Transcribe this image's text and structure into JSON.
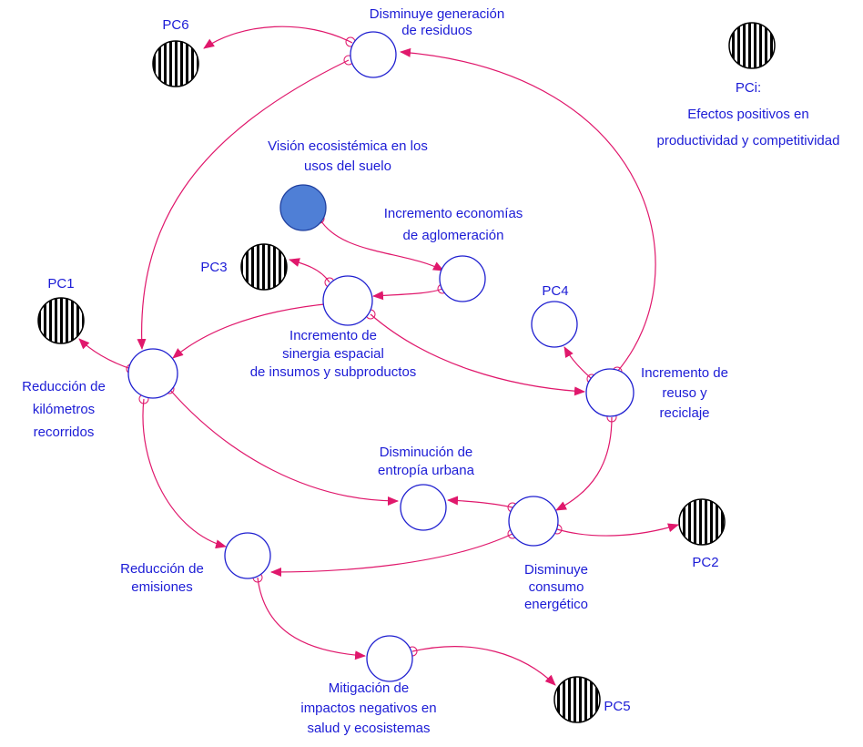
{
  "diagram": {
    "colors": {
      "edge": "#e0186c",
      "node_stroke": "#1f1fd0",
      "text": "#1c1cd6",
      "source_fill": "#4f7fd6",
      "hatch": "#000000"
    },
    "nodes": [
      {
        "id": "disminuye-residuos",
        "kind": "variable",
        "label": [
          "Disminuye generación",
          "de residuos"
        ]
      },
      {
        "id": "vision",
        "kind": "source",
        "label": [
          "Visión ecosistémica en los",
          "usos del suelo"
        ]
      },
      {
        "id": "economias",
        "kind": "variable",
        "label": [
          "Incremento economías",
          "de aglomeración"
        ]
      },
      {
        "id": "sinergia",
        "kind": "variable",
        "label": [
          "Incremento de",
          "sinergia espacial",
          "de insumos y subproductos"
        ]
      },
      {
        "id": "reduccion-km",
        "kind": "variable",
        "label": [
          "Reducción de",
          "kilómetros",
          "recorridos"
        ]
      },
      {
        "id": "reuso",
        "kind": "variable",
        "label": [
          "Incremento de",
          "reuso y",
          "reciclaje"
        ]
      },
      {
        "id": "entropia",
        "kind": "variable",
        "label": [
          "Disminución de",
          "entropía urbana"
        ]
      },
      {
        "id": "consumo",
        "kind": "variable",
        "label": [
          "Disminuye",
          "consumo",
          "energético"
        ]
      },
      {
        "id": "emisiones",
        "kind": "variable",
        "label": [
          "Reducción de",
          "emisiones"
        ]
      },
      {
        "id": "mitigacion",
        "kind": "variable",
        "label": [
          "Mitigación de",
          "impactos negativos en",
          "salud y ecosistemas"
        ]
      },
      {
        "id": "pc1",
        "kind": "pc",
        "label": [
          "PC1"
        ]
      },
      {
        "id": "pc2",
        "kind": "pc",
        "label": [
          "PC2"
        ]
      },
      {
        "id": "pc3",
        "kind": "pc",
        "label": [
          "PC3"
        ]
      },
      {
        "id": "pc4",
        "kind": "variable",
        "label": [
          "PC4"
        ]
      },
      {
        "id": "pc5",
        "kind": "pc",
        "label": [
          "PC5"
        ]
      },
      {
        "id": "pc6",
        "kind": "pc",
        "label": [
          "PC6"
        ]
      },
      {
        "id": "pci",
        "kind": "pc",
        "label": [
          "PCi:",
          "Efectos positivos en",
          "productividad y competitividad"
        ]
      }
    ],
    "edges": [
      {
        "id": "residuos-to-pc6",
        "from": "disminuye-residuos",
        "to": "pc6"
      },
      {
        "id": "residuos-to-reduccion-km",
        "from": "disminuye-residuos",
        "to": "reduccion-km"
      },
      {
        "id": "reuso-to-residuos",
        "from": "reuso",
        "to": "disminuye-residuos"
      },
      {
        "id": "vision-to-economias",
        "from": "vision",
        "to": "economias"
      },
      {
        "id": "economias-to-sinergia",
        "from": "economias",
        "to": "sinergia"
      },
      {
        "id": "sinergia-to-pc3",
        "from": "sinergia",
        "to": "pc3"
      },
      {
        "id": "sinergia-to-reduccion-km",
        "from": "sinergia",
        "to": "reduccion-km"
      },
      {
        "id": "sinergia-to-reuso",
        "from": "sinergia",
        "to": "reuso"
      },
      {
        "id": "reduccion-km-to-pc1",
        "from": "reduccion-km",
        "to": "pc1"
      },
      {
        "id": "reduccion-km-to-entropia",
        "from": "reduccion-km",
        "to": "entropia"
      },
      {
        "id": "reduccion-km-to-emisiones",
        "from": "reduccion-km",
        "to": "emisiones"
      },
      {
        "id": "reuso-to-pc4",
        "from": "reuso",
        "to": "pc4"
      },
      {
        "id": "reuso-to-consumo",
        "from": "reuso",
        "to": "consumo"
      },
      {
        "id": "consumo-to-entropia",
        "from": "consumo",
        "to": "entropia"
      },
      {
        "id": "consumo-to-pc2",
        "from": "consumo",
        "to": "pc2"
      },
      {
        "id": "consumo-to-emisiones",
        "from": "consumo",
        "to": "emisiones"
      },
      {
        "id": "emisiones-to-mitigacion",
        "from": "emisiones",
        "to": "mitigacion"
      },
      {
        "id": "mitigacion-to-pc5",
        "from": "mitigacion",
        "to": "pc5"
      }
    ]
  }
}
